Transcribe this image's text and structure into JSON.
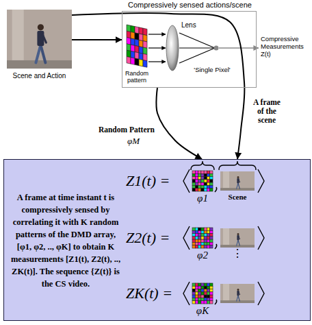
{
  "diagram": {
    "nodes": [
      {
        "text": [
          "Scene and Action"
        ]
      },
      {
        "text": [
          "Compressively sensed actions/scene"
        ]
      },
      {
        "text": [
          "A frame at time instant t is compressively sensed by correlating it with K random patterns of the DMD array, [φ1, φ2, .., φK] to obtain K measurements [Z1(t), Z2(t), .., ZK(t)]. The sequence {Z(t)} is the CS video."
        ]
      }
    ],
    "edges": [
      {
        "from": 0,
        "to": 1,
        "arrow": "to"
      },
      {
        "from": 0,
        "to": 2,
        "label": "A frame of the scene",
        "arrow": "to"
      },
      {
        "from": 1,
        "to": 2,
        "label": "Random Pattern",
        "arrow": "to"
      }
    ],
    "labels": [
      "Random pattern",
      "Lens",
      "'Single Pixel'",
      "Compressive Measurements Z(t)",
      "φM",
      "Z1(t) =",
      "φ1",
      "Scene",
      "Z2(t) =",
      "φ2",
      "⋮",
      "ZK(t) =",
      "φK"
    ]
  }
}
